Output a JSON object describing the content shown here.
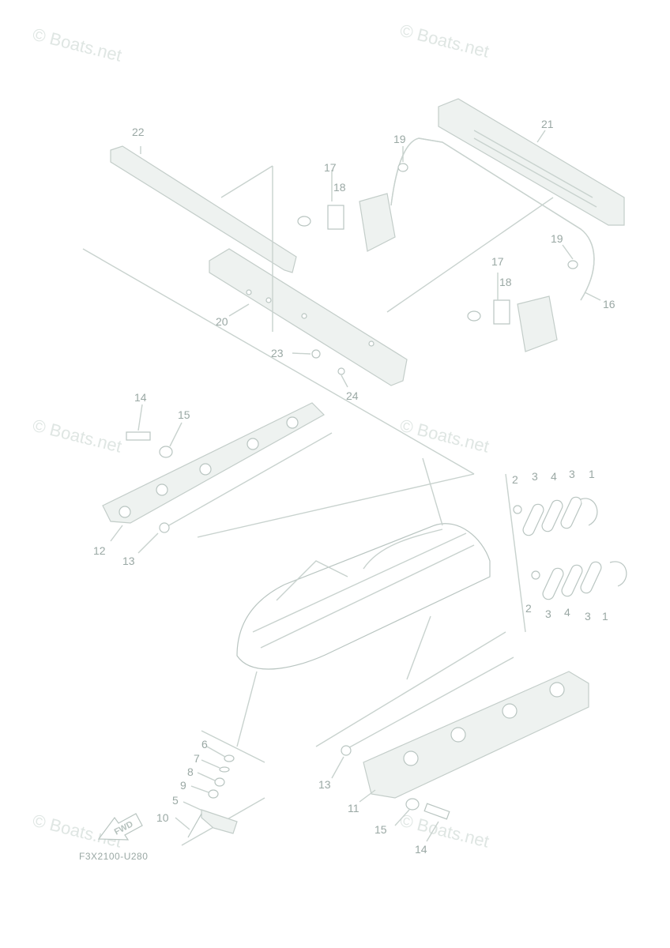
{
  "watermarks": [
    {
      "id": "wm-top-left",
      "text": "© Boats.net"
    },
    {
      "id": "wm-top-right",
      "text": "© Boats.net"
    },
    {
      "id": "wm-mid-left",
      "text": "© Boats.net"
    },
    {
      "id": "wm-mid-right",
      "text": "© Boats.net"
    },
    {
      "id": "wm-bottom-left",
      "text": "© Boats.net"
    },
    {
      "id": "wm-bottom-right",
      "text": "© Boats.net"
    }
  ],
  "callouts": {
    "c1a": "1",
    "c1b": "1",
    "c2a": "2",
    "c2b": "2",
    "c3a": "3",
    "c3b": "3",
    "c3c": "3",
    "c3d": "3",
    "c4a": "4",
    "c4b": "4",
    "c5": "5",
    "c6": "6",
    "c7": "7",
    "c8": "8",
    "c9": "9",
    "c10": "10",
    "c11": "11",
    "c12": "12",
    "c13a": "13",
    "c13b": "13",
    "c14a": "14",
    "c14b": "14",
    "c15a": "15",
    "c15b": "15",
    "c16": "16",
    "c17a": "17",
    "c17b": "17",
    "c18a": "18",
    "c18b": "18",
    "c19a": "19",
    "c19b": "19",
    "c20": "20",
    "c21": "21",
    "c22": "22",
    "c23": "23",
    "c24": "24"
  },
  "fwd_label": "FWD",
  "part_code": "F3X2100-U280",
  "colors": {
    "line": "#c8d2ce",
    "text": "#9aa8a4",
    "watermark": "#dfe6e3"
  }
}
